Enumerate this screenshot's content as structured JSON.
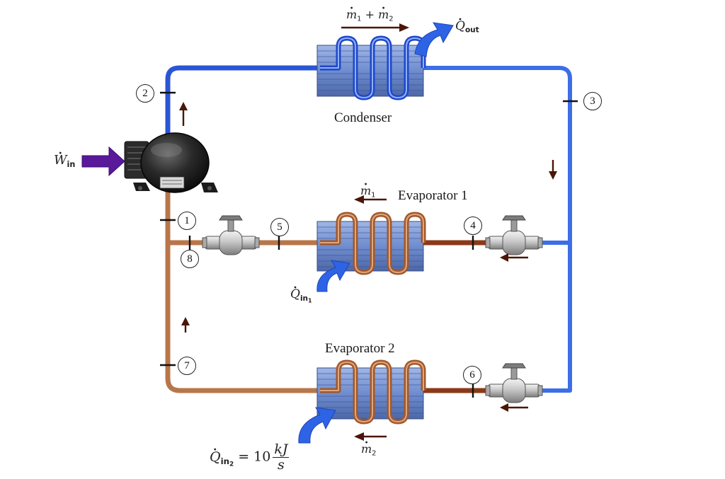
{
  "units": {
    "condenser": "Condenser",
    "evaporator_1": "Evaporator 1",
    "evaporator_2": "Evaporator 2"
  },
  "states": [
    "1",
    "2",
    "3",
    "4",
    "5",
    "6",
    "7",
    "8"
  ],
  "flows": {
    "condenser_flow": {
      "a": "m",
      "a_sub": "1",
      "op": " + ",
      "b": "m",
      "b_sub": "2"
    },
    "evap1_flow": {
      "sym": "m",
      "sub": "1"
    },
    "evap2_flow": {
      "sym": "m",
      "sub": "2"
    }
  },
  "heat": {
    "q_out": {
      "sym": "Q",
      "sub": "out"
    },
    "q_in1": {
      "sym": "Q",
      "sub": "in",
      "subsub": "1"
    },
    "q_in2": {
      "sym": "Q",
      "sub": "in",
      "subsub": "2",
      "eq": " = 10",
      "unit_num": "kJ",
      "unit_den": "s"
    }
  },
  "work": {
    "w_in": {
      "sym": "W",
      "sub": "in"
    }
  },
  "colors": {
    "high_pressure_line": "#3f6fe0",
    "low_pressure_line": "#b97d52",
    "heat_arrow": "#2f63e6",
    "work_arrow": "#5a189a",
    "flow_arrow": "#4a1608"
  }
}
